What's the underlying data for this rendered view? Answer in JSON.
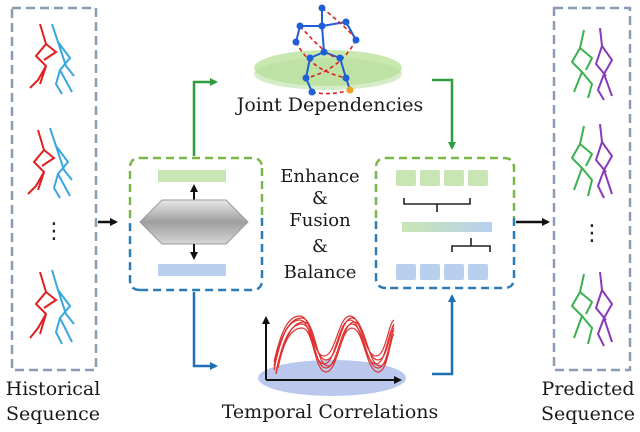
{
  "labels": {
    "historical_line1": "Historical",
    "historical_line2": "Sequence",
    "predicted_line1": "Predicted",
    "predicted_line2": "Sequence",
    "joint_dependencies": "Joint Dependencies",
    "temporal_correlations": "Temporal Correlations",
    "middle_text": [
      "Enhance",
      "&",
      "Fusion",
      "&",
      "Balance"
    ]
  },
  "ellipsis_glyph": "⋮",
  "colors": {
    "box_dash": "#8a9bb4",
    "green_dash": "#7ab648",
    "blue_dash": "#2c7bb6",
    "arrow_green": "#2e9c3f",
    "arrow_blue": "#1f6fb5",
    "green_fill": "#c8e6b4",
    "blue_fill": "#b8cfee",
    "disc_green": "#c8e8b0",
    "disc_blue": "#b9c8ec",
    "pose_red": "#e02020",
    "pose_cyan": "#3aa6e0",
    "pose_green": "#3cb050",
    "pose_purple": "#8a3ab8",
    "joint_blue": "#1f5fd6",
    "joint_orange": "#f0a020",
    "curve_red": "#e03030"
  },
  "icons": {
    "historical_ellipsis": "vertical-ellipsis-icon",
    "predicted_ellipsis": "vertical-ellipsis-icon"
  }
}
